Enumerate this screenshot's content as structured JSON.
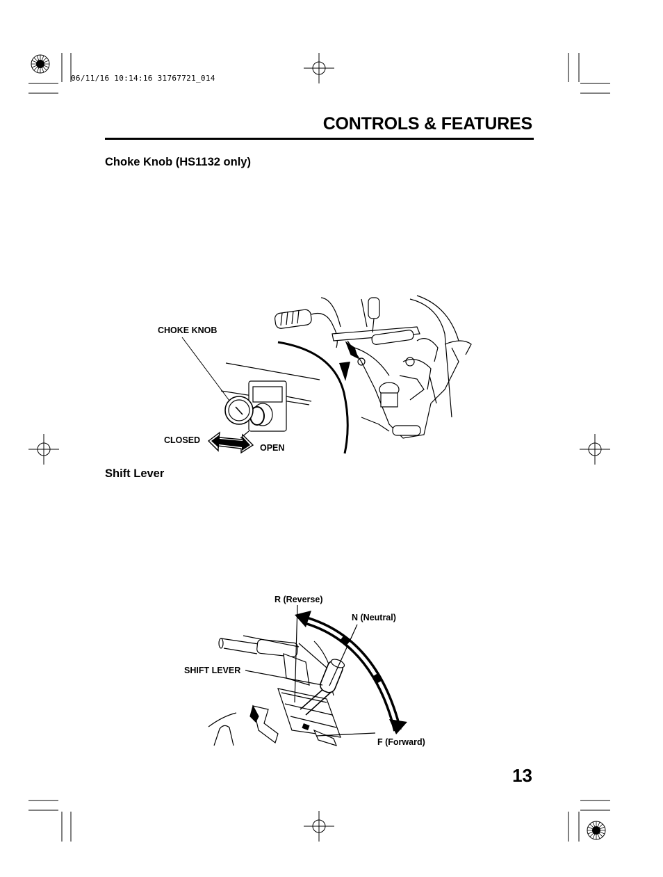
{
  "print_info": {
    "timestamp": "06/11/16 10:14:16 31767721_014"
  },
  "header": {
    "title": "CONTROLS & FEATURES"
  },
  "choke_section": {
    "heading": "Choke Knob (HS1132 only)",
    "labels": {
      "choke_knob": "CHOKE KNOB",
      "closed": "CLOSED",
      "open": "OPEN"
    }
  },
  "shift_section": {
    "heading": "Shift Lever",
    "labels": {
      "reverse": "R (Reverse)",
      "neutral": "N (Neutral)",
      "shift_lever": "SHIFT LEVER",
      "forward": "F (Forward)"
    }
  },
  "footer": {
    "page_number": "13"
  }
}
